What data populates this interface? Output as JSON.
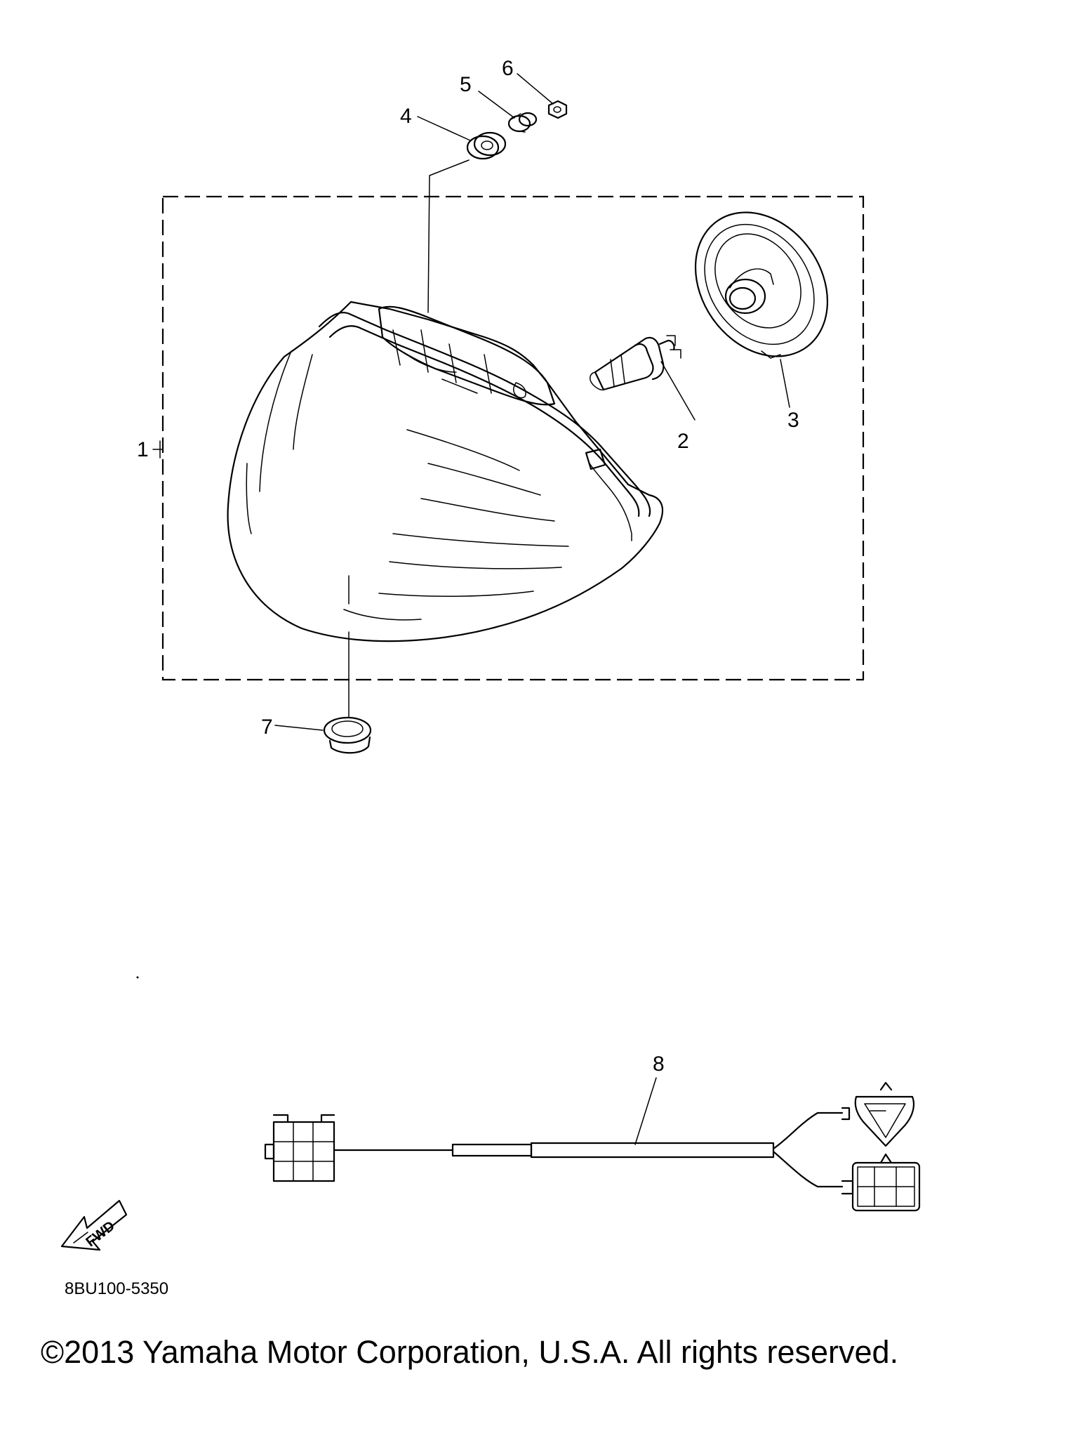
{
  "diagram": {
    "parts": [
      {
        "callout": "1",
        "name": "headlight-assembly"
      },
      {
        "callout": "2",
        "name": "bulb"
      },
      {
        "callout": "3",
        "name": "bulb-cover"
      },
      {
        "callout": "4",
        "name": "grommet"
      },
      {
        "callout": "5",
        "name": "collar"
      },
      {
        "callout": "6",
        "name": "nut"
      },
      {
        "callout": "7",
        "name": "cap"
      },
      {
        "callout": "8",
        "name": "sub-lead-wire"
      }
    ],
    "fwd_label": "FWD",
    "diagram_code": "8BU100-5350"
  },
  "footer": {
    "copyright": "©2013 Yamaha Motor Corporation, U.S.A. All rights reserved."
  }
}
